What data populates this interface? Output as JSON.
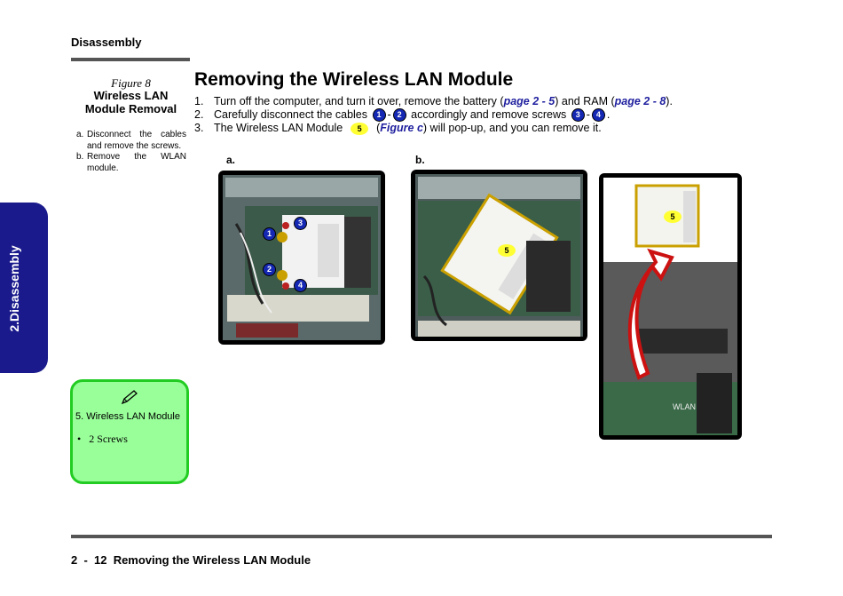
{
  "section_header": "Disassembly",
  "side_tab": "2.Disassembly",
  "figure": {
    "number": "Figure 8",
    "title_line1": "Wireless LAN",
    "title_line2": "Module Removal",
    "notes": [
      {
        "label": "a.",
        "text": "Disconnect the cables and remove the screws."
      },
      {
        "label": "b.",
        "text": "Remove the WLAN module."
      }
    ]
  },
  "main_title": "Removing the Wireless LAN Module",
  "steps": {
    "s1": {
      "num": "1.",
      "pre": "Turn off the computer, and turn it over, remove the battery (",
      "link1": "page 2 - 5",
      "mid": ") and RAM (",
      "link2": "page 2 - 8",
      "post": ")."
    },
    "s2": {
      "num": "2.",
      "pre": "Carefully disconnect the cables",
      "b1": "1",
      "dash1": "-",
      "b2": "2",
      "mid": "accordingly and remove screws",
      "b3": "3",
      "dash2": "-",
      "b4": "4",
      "post": "."
    },
    "s3": {
      "num": "3.",
      "pre": "The Wireless LAN Module",
      "b5": "5",
      "open": "(",
      "link": "Figure c",
      "post": ") will pop-up, and you can remove it."
    }
  },
  "photos": {
    "a_label": "a.",
    "b_label": "b.",
    "callouts": {
      "c1": "1",
      "c2": "2",
      "c3": "3",
      "c4": "4",
      "c5": "5"
    },
    "chip_text": "WLAN"
  },
  "note": {
    "icon": "pencil-icon",
    "line1": "5.   Wireless LAN Module",
    "bullet": "•",
    "line2": "2 Screws"
  },
  "footer": "2  -  12  Removing the Wireless LAN Module",
  "colors": {
    "tab": "#1a1a8c",
    "link": "#1e1e9e",
    "callout_blue": "#1428b4",
    "callout_yellow": "#ffff33",
    "note_bg": "#99ff99",
    "note_border": "#22cc22"
  }
}
